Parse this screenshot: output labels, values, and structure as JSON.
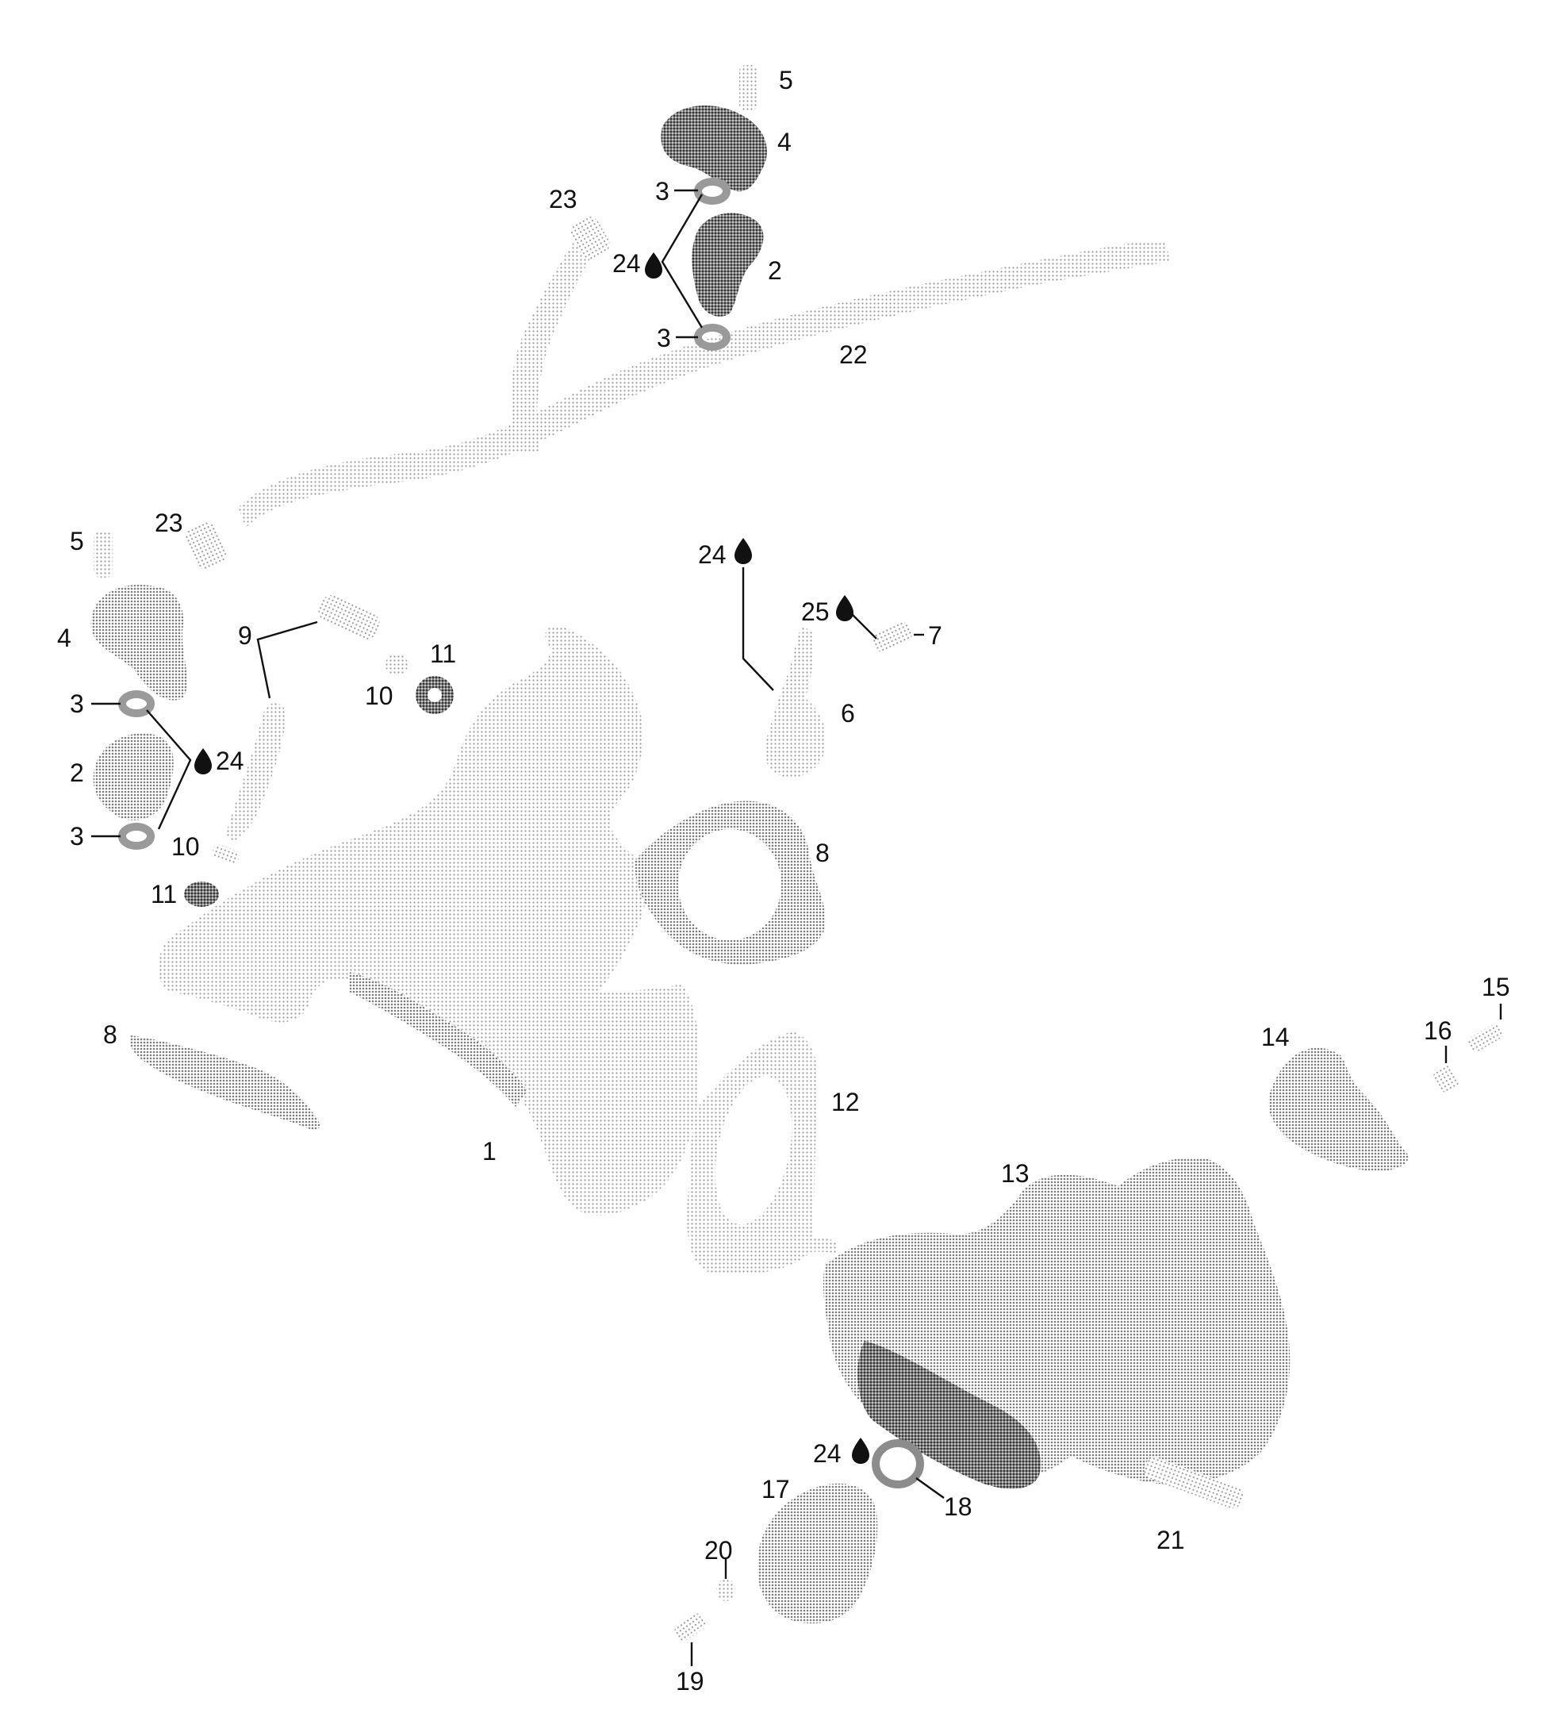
{
  "diagram": {
    "callouts": {
      "top_5": "5",
      "top_4": "4",
      "top_3a": "3",
      "top_23": "23",
      "top_24": "24",
      "top_2": "2",
      "top_3b": "3",
      "top_22": "22",
      "left_5": "5",
      "left_23": "23",
      "left_4": "4",
      "left_9": "9",
      "left_11a": "11",
      "left_10a": "10",
      "left_3a": "3",
      "left_24": "24",
      "left_2": "2",
      "left_3b": "3",
      "left_10b": "10",
      "left_11b": "11",
      "mid_24": "24",
      "mid_25": "25",
      "mid_7": "7",
      "mid_6": "6",
      "mid_8": "8",
      "left_8": "8",
      "part_1": "1",
      "part_12": "12",
      "part_15": "15",
      "part_16": "16",
      "part_14": "14",
      "part_13": "13",
      "low_24": "24",
      "part_17": "17",
      "part_18": "18",
      "part_21": "21",
      "part_20": "20",
      "part_19": "19"
    },
    "lubricant_symbol": "oil-drop-icon"
  }
}
